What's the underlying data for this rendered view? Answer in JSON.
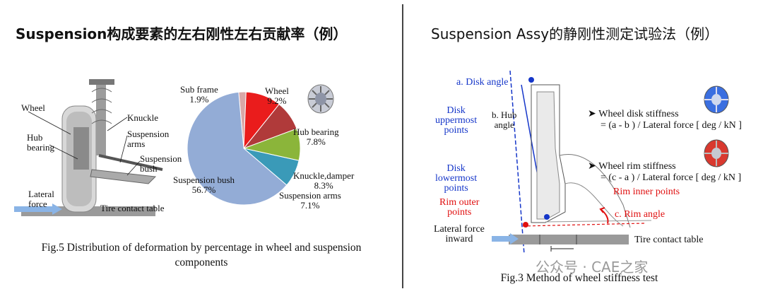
{
  "left": {
    "heading": "Suspension构成要素的左右刚性左右贡献率（例）",
    "labels": {
      "wheel": "Wheel",
      "hub_bearing": "Hub\nbearing",
      "knuckle": "Knuckle",
      "suspension_arms": "Suspension\narms",
      "suspension_bush": "Suspension\nbush",
      "lateral_force": "Lateral\nforce",
      "tire_contact_table": "Tire contact table"
    },
    "caption": "Fig.5 Distribution of deformation by percentage in wheel and suspension components"
  },
  "right": {
    "heading": "Suspension Assy的静刚性测定试验法（例）",
    "labels": {
      "disk_angle": "a. Disk angle",
      "disk_uppermost": "Disk\nuppermost\npoints",
      "hub_angle": "b. Hub\nangle",
      "disk_lowermost": "Disk\nlowermost\npoints",
      "rim_outer": "Rim outer\npoints",
      "rim_inner": "Rim inner points",
      "rim_angle": "c. Rim angle",
      "lateral_force_inward": "Lateral force\ninward",
      "tire_contact_table": "Tire contact table"
    },
    "bullets": [
      {
        "title": "Wheel disk stiffness",
        "formula": "= (a - b ) / Lateral force [ deg / kN ]"
      },
      {
        "title": "Wheel rim stiffness",
        "formula": "= (c - a ) / Lateral force [ deg / kN ]"
      }
    ],
    "caption": "Fig.3 Method of wheel stiffness test",
    "watermark": "公众号 · CAE之家"
  },
  "chart_data": {
    "type": "pie",
    "labels": [
      "Sub frame",
      "Wheel",
      "Hub bearing",
      "Knuckle,damper",
      "Suspension arms",
      "Suspension bush"
    ],
    "values": [
      1.9,
      9.2,
      7.8,
      8.3,
      7.1,
      56.7
    ],
    "value_labels": [
      "1.9%",
      "9.2%",
      "7.8%",
      "8.3%",
      "7.1%",
      "56.7%"
    ],
    "colors": [
      "#d9a7a7",
      "#ea1c1c",
      "#b03a3a",
      "#8bb53a",
      "#3a9ab8",
      "#93acd6"
    ]
  },
  "colors": {
    "accent_blue": "#1536c9",
    "accent_red": "#e01010"
  }
}
